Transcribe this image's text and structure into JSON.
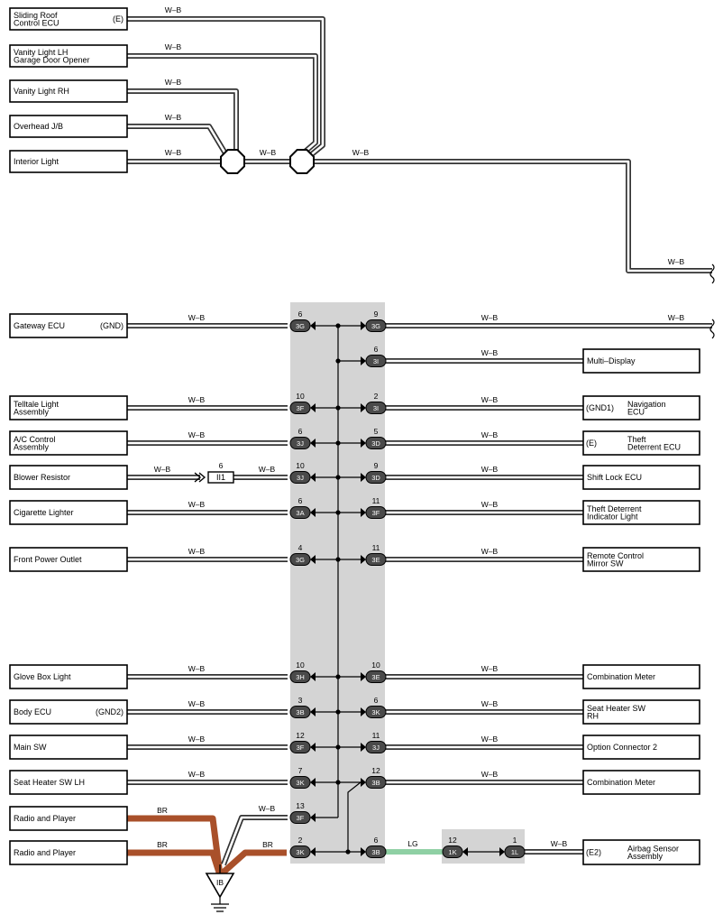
{
  "diagram": {
    "colors": {
      "panel": "#d4d4d4",
      "br": "#a9502a",
      "lg": "#8fd0a4",
      "wb": "#333333"
    },
    "top_components": [
      {
        "id": "sliding_roof",
        "lines": [
          "Sliding Roof",
          "Control ECU"
        ],
        "tag": "(E)",
        "wire": "W–B"
      },
      {
        "id": "vanity_lh",
        "lines": [
          "Vanity Light LH",
          "Garage Door Opener"
        ],
        "wire": "W–B"
      },
      {
        "id": "vanity_rh",
        "lines": [
          "Vanity Light RH"
        ],
        "wire": "W–B"
      },
      {
        "id": "overhead_jb",
        "lines": [
          "Overhead J/B"
        ],
        "wire": "W–B"
      },
      {
        "id": "interior_light",
        "lines": [
          "Interior Light"
        ],
        "wire": "W–B"
      }
    ],
    "top_wires": {
      "between_junctions": "W–B",
      "after_junction": "W–B",
      "right_lower": "W–B"
    },
    "rows": [
      {
        "id": "r_gateway",
        "left": {
          "lines": [
            "Gateway ECU"
          ],
          "tag": "(GND)"
        },
        "lwire": "W–B",
        "lpin": "6",
        "lconn": "3G",
        "rpin": "9",
        "rconn": "3G",
        "rwire": "W–B",
        "right": null,
        "rwire2": "W–B"
      },
      {
        "id": "r_multi",
        "left": null,
        "rpin": "6",
        "rconn": "3I",
        "rwire": "W–B",
        "right": {
          "lines": [
            "Multi–Display"
          ]
        }
      },
      {
        "id": "r_telltale",
        "left": {
          "lines": [
            "Telltale Light",
            "Assembly"
          ]
        },
        "lwire": "W–B",
        "lpin": "10",
        "lconn": "3F",
        "rpin": "2",
        "rconn": "3I",
        "rwire": "W–B",
        "right": {
          "lines": [
            "Navigation",
            "ECU"
          ],
          "tag": "(GND1)"
        }
      },
      {
        "id": "r_ac",
        "left": {
          "lines": [
            "A/C Control",
            "Assembly"
          ]
        },
        "lwire": "W–B",
        "lpin": "6",
        "lconn": "3J",
        "rpin": "5",
        "rconn": "3D",
        "rwire": "W–B",
        "right": {
          "lines": [
            "Theft",
            "Deterrent ECU"
          ],
          "tag": "(E)"
        }
      },
      {
        "id": "r_blower",
        "left": {
          "lines": [
            "Blower Resistor"
          ]
        },
        "lwire": "W–B",
        "lpin": "10",
        "lconn": "3J",
        "rpin": "9",
        "rconn": "3D",
        "rwire": "W–B",
        "right": {
          "lines": [
            "Shift Lock ECU"
          ]
        },
        "inline": {
          "pin": "6",
          "name": "II1",
          "wire_after": "W–B"
        }
      },
      {
        "id": "r_cig",
        "left": {
          "lines": [
            "Cigarette Lighter"
          ]
        },
        "lwire": "W–B",
        "lpin": "6",
        "lconn": "3A",
        "rpin": "11",
        "rconn": "3F",
        "rwire": "W–B",
        "right": {
          "lines": [
            "Theft Deterrent",
            "Indicator Light"
          ]
        }
      },
      {
        "id": "r_outlet",
        "left": {
          "lines": [
            "Front Power Outlet"
          ]
        },
        "lwire": "W–B",
        "lpin": "4",
        "lconn": "3G",
        "rpin": "11",
        "rconn": "3E",
        "rwire": "W–B",
        "right": {
          "lines": [
            "Remote Control",
            "Mirror SW"
          ]
        }
      },
      {
        "id": "r_glove",
        "left": {
          "lines": [
            "Glove Box Light"
          ]
        },
        "lwire": "W–B",
        "lpin": "10",
        "lconn": "3H",
        "rpin": "10",
        "rconn": "3E",
        "rwire": "W–B",
        "right": {
          "lines": [
            "Combination Meter"
          ]
        }
      },
      {
        "id": "r_body",
        "left": {
          "lines": [
            "Body ECU"
          ],
          "tag": "(GND2)"
        },
        "lwire": "W–B",
        "lpin": "3",
        "lconn": "3B",
        "rpin": "6",
        "rconn": "3K",
        "rwire": "W–B",
        "right": {
          "lines": [
            "Seat Heater SW",
            "RH"
          ]
        }
      },
      {
        "id": "r_main",
        "left": {
          "lines": [
            "Main SW"
          ]
        },
        "lwire": "W–B",
        "lpin": "12",
        "lconn": "3F",
        "rpin": "11",
        "rconn": "3J",
        "rwire": "W–B",
        "right": {
          "lines": [
            "Option Connector 2"
          ]
        }
      },
      {
        "id": "r_seat_lh",
        "left": {
          "lines": [
            "Seat Heater SW LH"
          ]
        },
        "lwire": "W–B",
        "lpin": "7",
        "lconn": "3K",
        "rpin": "12",
        "rconn": "3B",
        "rwire": "W–B",
        "right": {
          "lines": [
            "Combination Meter"
          ]
        }
      }
    ],
    "bottom": {
      "radio1": {
        "lines": [
          "Radio and Player"
        ],
        "wire": "BR"
      },
      "radio2": {
        "lines": [
          "Radio and Player"
        ],
        "wire": "BR"
      },
      "wire_br3": "BR",
      "pin13": {
        "pin": "13",
        "conn": "3F",
        "wire": "W–B"
      },
      "pin2": {
        "pin": "2",
        "conn": "3K"
      },
      "pin6": {
        "pin": "6",
        "conn": "3B"
      },
      "lg_wire": "LG",
      "pin12": {
        "pin": "12",
        "conn": "1K"
      },
      "pin1": {
        "pin": "1",
        "conn": "1L"
      },
      "airbag_wire": "W–B",
      "airbag": {
        "lines": [
          "Airbag Sensor",
          "Assembly"
        ],
        "tag": "(E2)"
      },
      "ground": "IB"
    }
  }
}
